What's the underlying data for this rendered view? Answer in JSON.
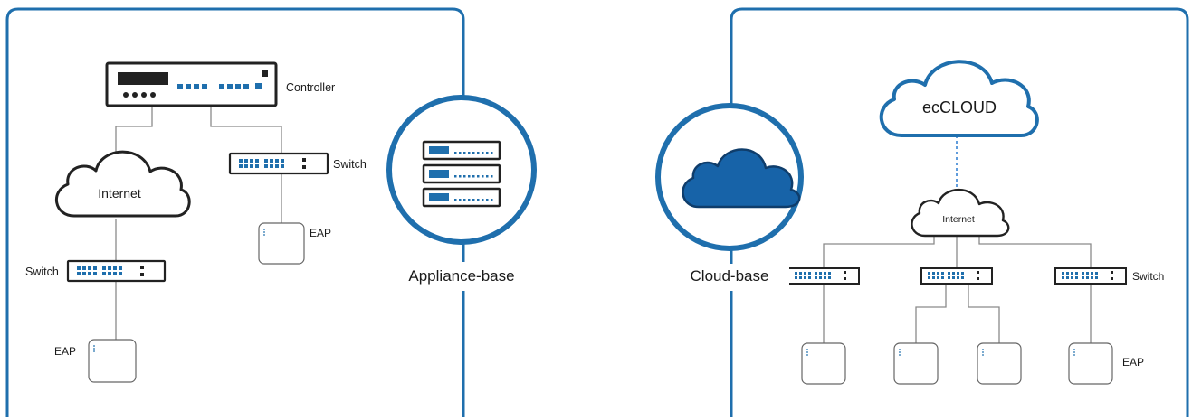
{
  "colors": {
    "frame": "#1f6fad",
    "accent": "#1f6fad",
    "cloud_fill": "#1763a8",
    "line": "#8a8a8a",
    "device_fill": "#ffffff",
    "device_stroke": "#222222",
    "port": "#1f6fad"
  },
  "appliance_panel": {
    "controller_label": "Controller",
    "internet_label": "Internet",
    "switch_top_label": "Switch",
    "switch_bottom_label": "Switch",
    "eap_top_label": "EAP",
    "eap_bottom_label": "EAP"
  },
  "appliance_badge": {
    "icon": "server-stack-icon",
    "label": "Appliance-base"
  },
  "cloud_badge": {
    "icon": "cloud-icon",
    "label": "Cloud-base"
  },
  "cloud_panel": {
    "cloud_label": "ecCLOUD",
    "internet_label": "Internet",
    "switch_label": "Switch",
    "eap_label": "EAP"
  }
}
